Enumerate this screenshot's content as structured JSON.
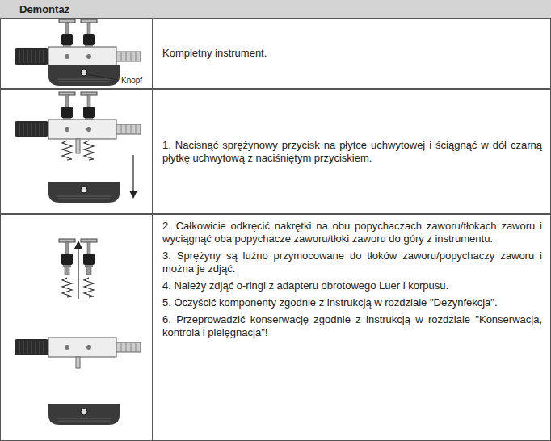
{
  "diagram": {
    "title": "Demontaż",
    "nodes": [
      {
        "text": [
          "Kompletny instrument."
        ]
      },
      {
        "text": [
          "1. Nacisnąć sprężynowy przycisk na płytce uchwytowej i ściągnąć w dół czarną płytkę uchwytową z naciśniętym przyciskiem."
        ]
      },
      {
        "text": [
          "2. Całkowicie odkręcić nakrętki na obu popychaczach zaworu/tłokach zaworu i wyciągnąć oba popychacze zaworu/tłoki zaworu do góry z instrumentu.",
          "3. Sprężyny są luźno przymocowane do tłoków zaworu/popychaczy zaworu i można je zdjąć.",
          "4. Należy zdjąć o-ringi z adapteru obrotowego Luer i korpusu.",
          "5. Oczyścić komponenty zgodnie z instrukcją w rozdziale \"Dezynfekcja\".",
          "6. Przeprowadzić konserwację zgodnie z instrukcją w rozdziale \"Konserwacja, kontrola i pielęgnacja\"!"
        ]
      }
    ],
    "labels": [
      "Knopf"
    ]
  }
}
